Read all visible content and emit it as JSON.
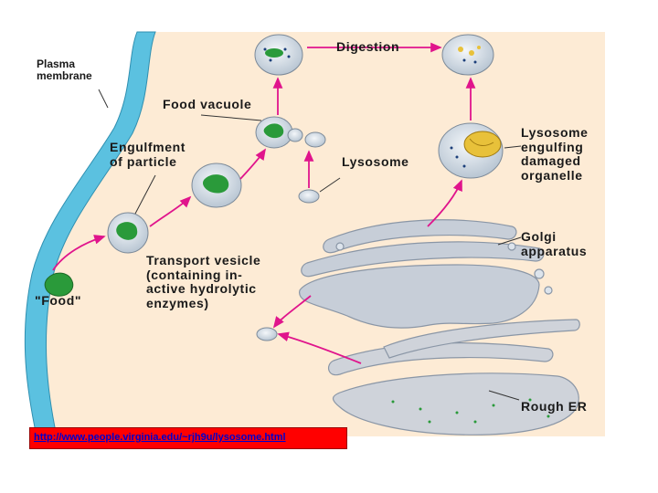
{
  "labels": {
    "plasma_membrane": "Plasma\nmembrane",
    "digestion": "Digestion",
    "food_vacuole": "Food vacuole",
    "engulfment": "Engulfment\nof particle",
    "lysosome": "Lysosome",
    "lysosome_engulfing": "Lysosome\nengulfing\ndamaged\norganelle",
    "golgi": "Golgi\napparatus",
    "transport_vesicle": "Transport vesicle\n(containing in-\nactive hydrolytic\nenzymes)",
    "food": "\"Food\"",
    "rough_er": "Rough ER"
  },
  "source_url": "http://www.people.virginia.edu/~rjh9u/lysosome.html",
  "colors": {
    "cytoplasm": "#fdebd5",
    "membrane": "#5bc1e0",
    "golgi": "#c7ced8",
    "er": "#cfd3da",
    "food": "#2a9a3a",
    "vesicle": "#dde4ec",
    "arrow": "#e0148c",
    "url_box": "#ff0000"
  }
}
